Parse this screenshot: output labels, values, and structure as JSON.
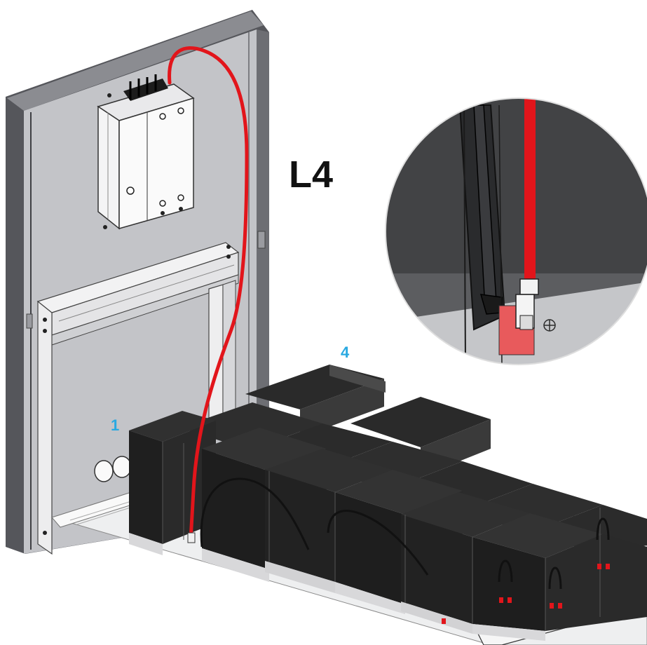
{
  "diagram": {
    "step_label": "L4",
    "battery_callouts": [
      "1",
      "4"
    ]
  },
  "colors": {
    "cable": "#e2151b",
    "callout_text": "#29a9e1",
    "battery": "#2f2f2f",
    "cabinet_panel": "#c3c4c8",
    "cabinet_frame": "#55565b",
    "magnifier_background": "#424345"
  },
  "icons": {
    "cable_connector": "connector-icon",
    "ground_symbol": "ground-symbol-icon"
  }
}
